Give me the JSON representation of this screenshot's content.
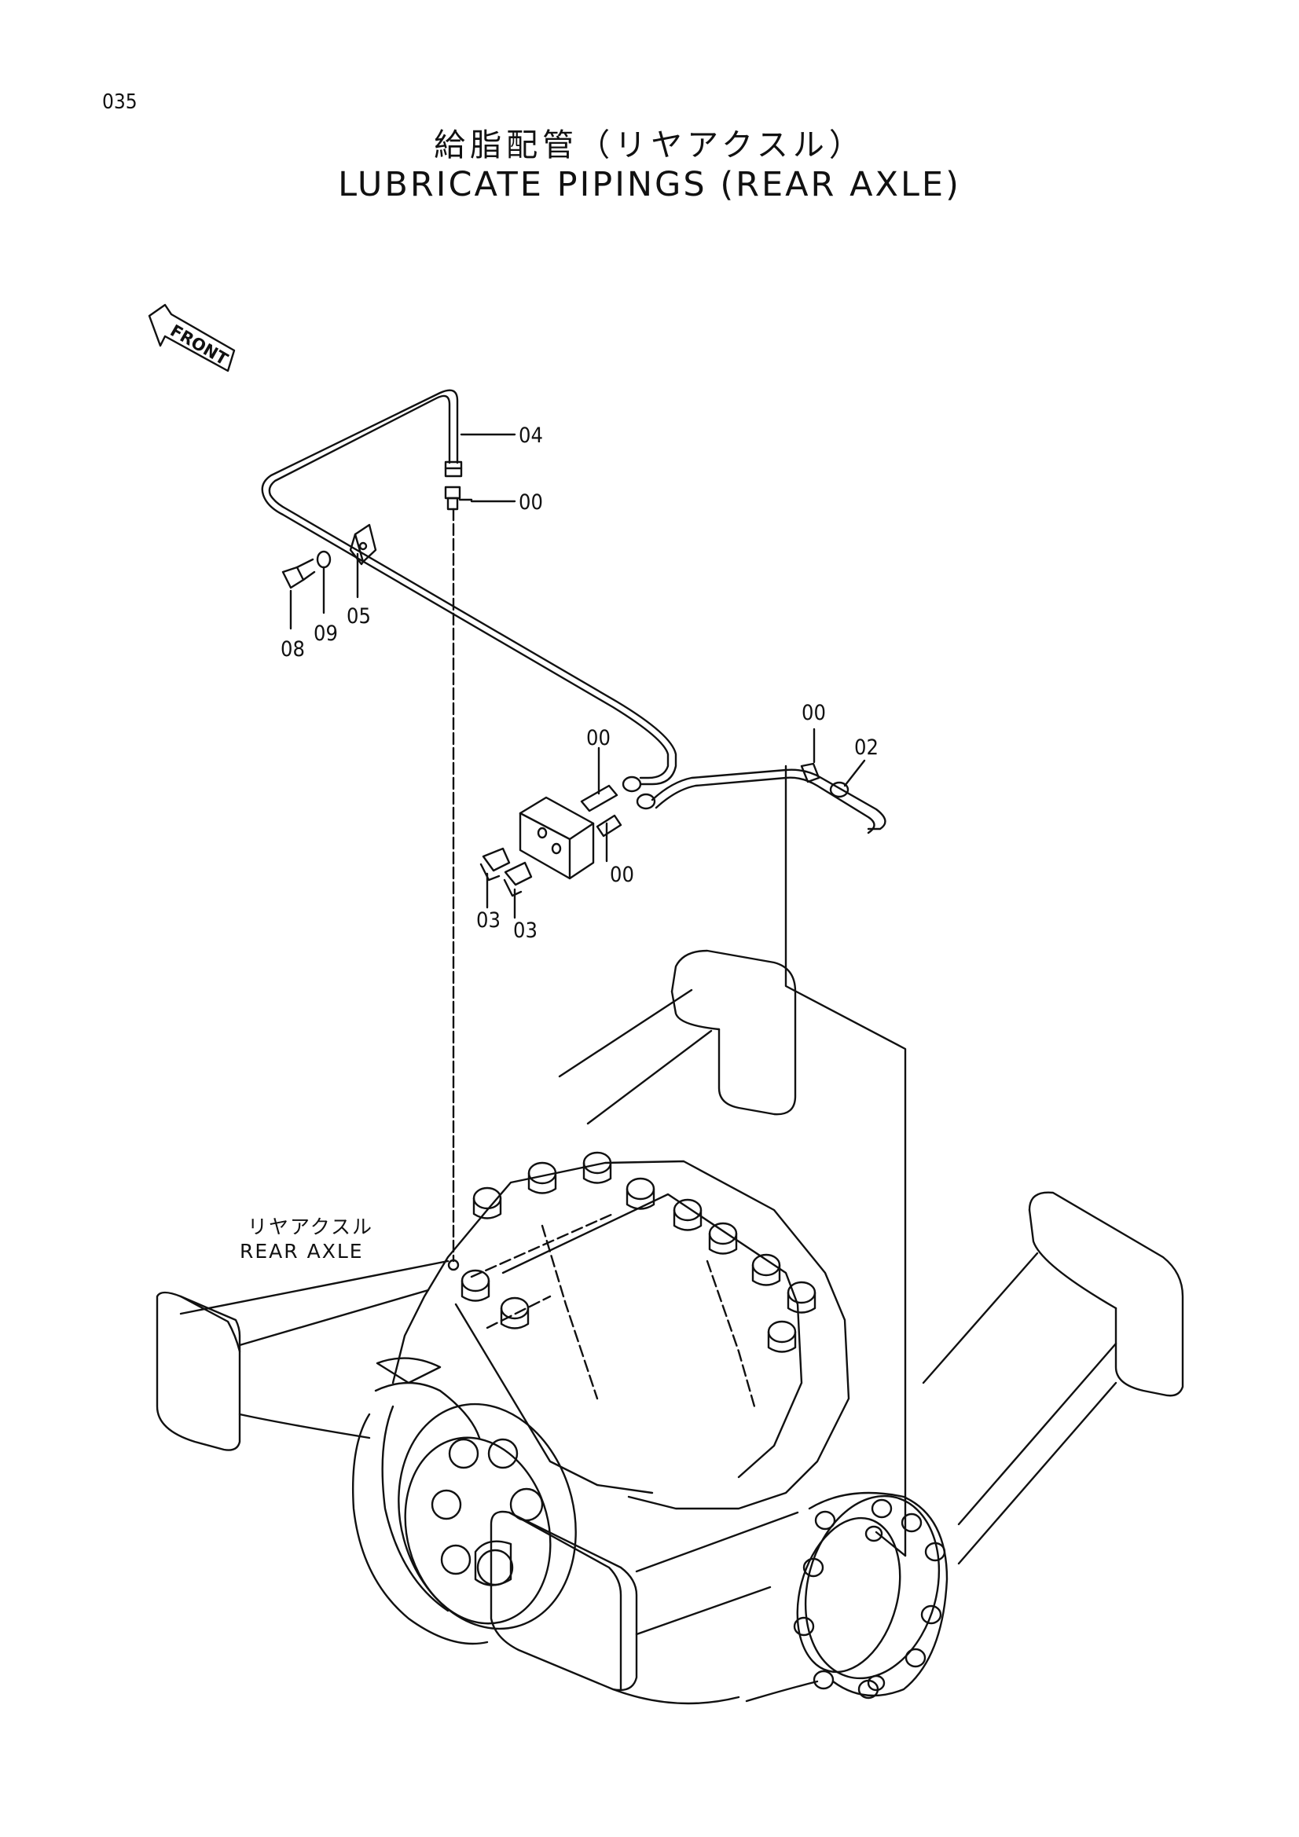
{
  "page_number": "035",
  "title_jp": "給脂配管（リヤアクスル）",
  "title_en": "LUBRICATE PIPINGS (REAR AXLE)",
  "front_arrow_label": "FRONT",
  "axle_label_jp": "リヤアクスル",
  "axle_label_en": "REAR AXLE",
  "callouts": [
    "04",
    "00",
    "05",
    "09",
    "08",
    "00",
    "00",
    "02",
    "00",
    "03",
    "03"
  ]
}
